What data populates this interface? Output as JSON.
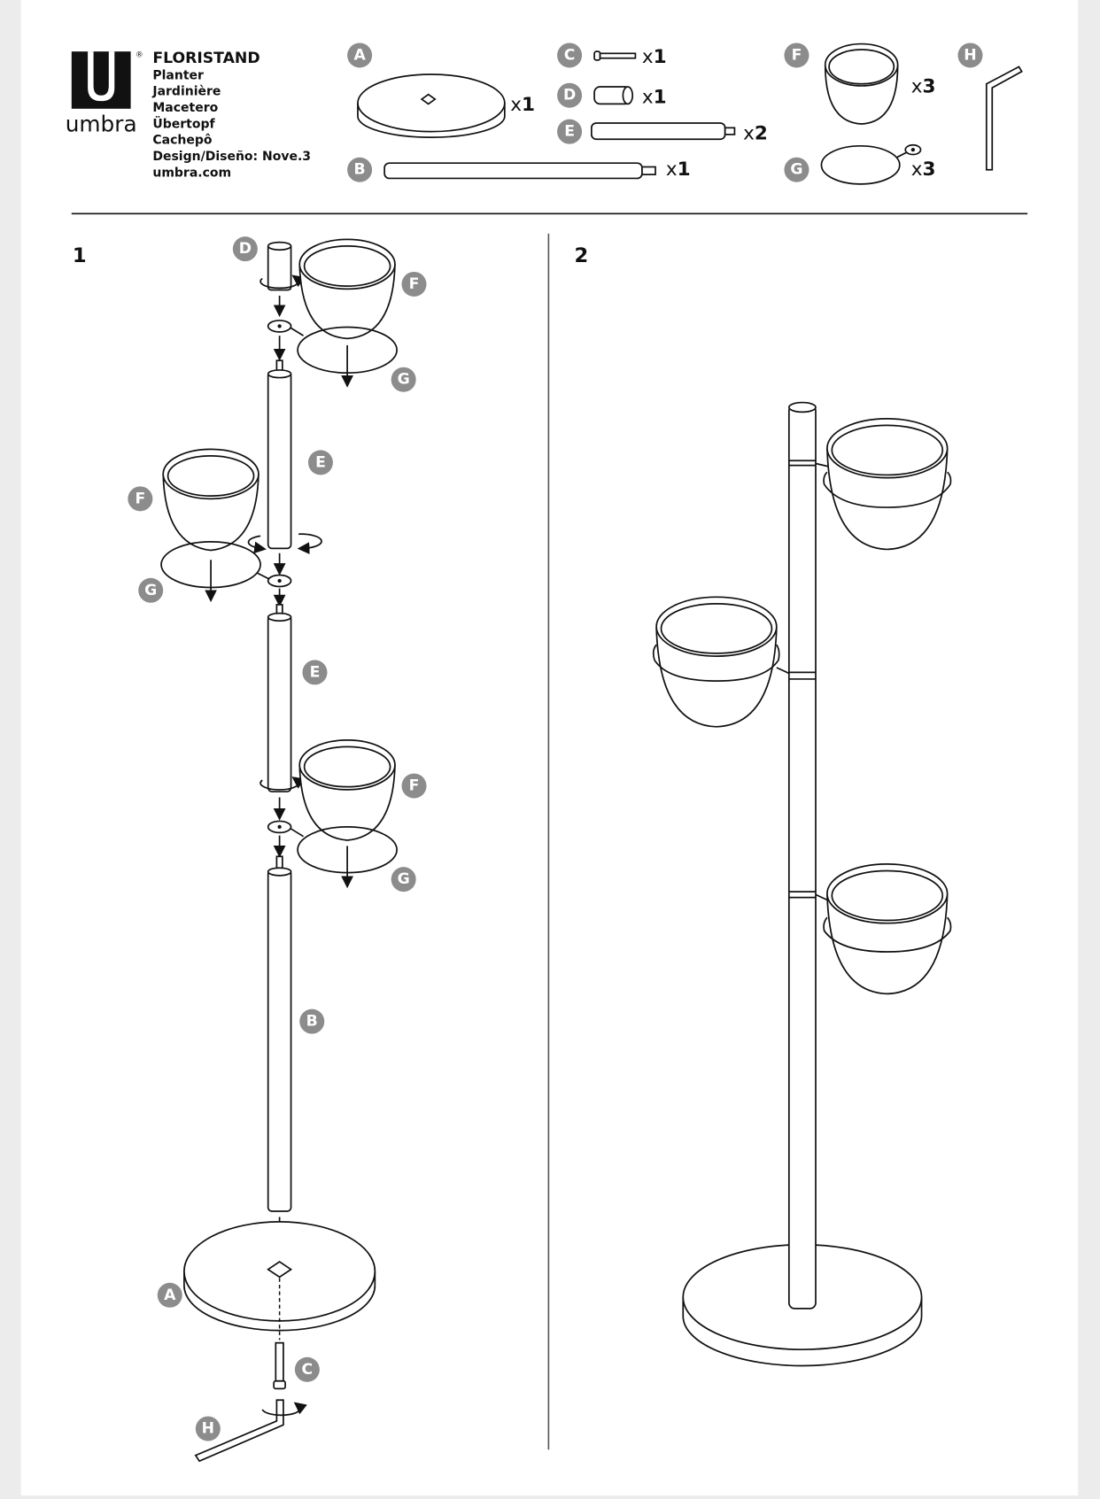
{
  "brand": {
    "name": "umbra",
    "registered": "®"
  },
  "header": {
    "product": "FLORISTAND",
    "lines": [
      "Planter",
      "Jardinière",
      "Macetero",
      "Übertopf",
      "Cachepô",
      "Design/Diseño: Nove.3",
      "umbra.com"
    ]
  },
  "parts": [
    {
      "letter": "A",
      "qty_prefix": "x",
      "qty": "1"
    },
    {
      "letter": "B",
      "qty_prefix": "x",
      "qty": "1"
    },
    {
      "letter": "C",
      "qty_prefix": "x",
      "qty": "1"
    },
    {
      "letter": "D",
      "qty_prefix": "x",
      "qty": "1"
    },
    {
      "letter": "E",
      "qty_prefix": "x",
      "qty": "2"
    },
    {
      "letter": "F",
      "qty_prefix": "x",
      "qty": "3"
    },
    {
      "letter": "G",
      "qty_prefix": "x",
      "qty": "3"
    },
    {
      "letter": "H"
    }
  ],
  "steps": [
    "1",
    "2"
  ]
}
